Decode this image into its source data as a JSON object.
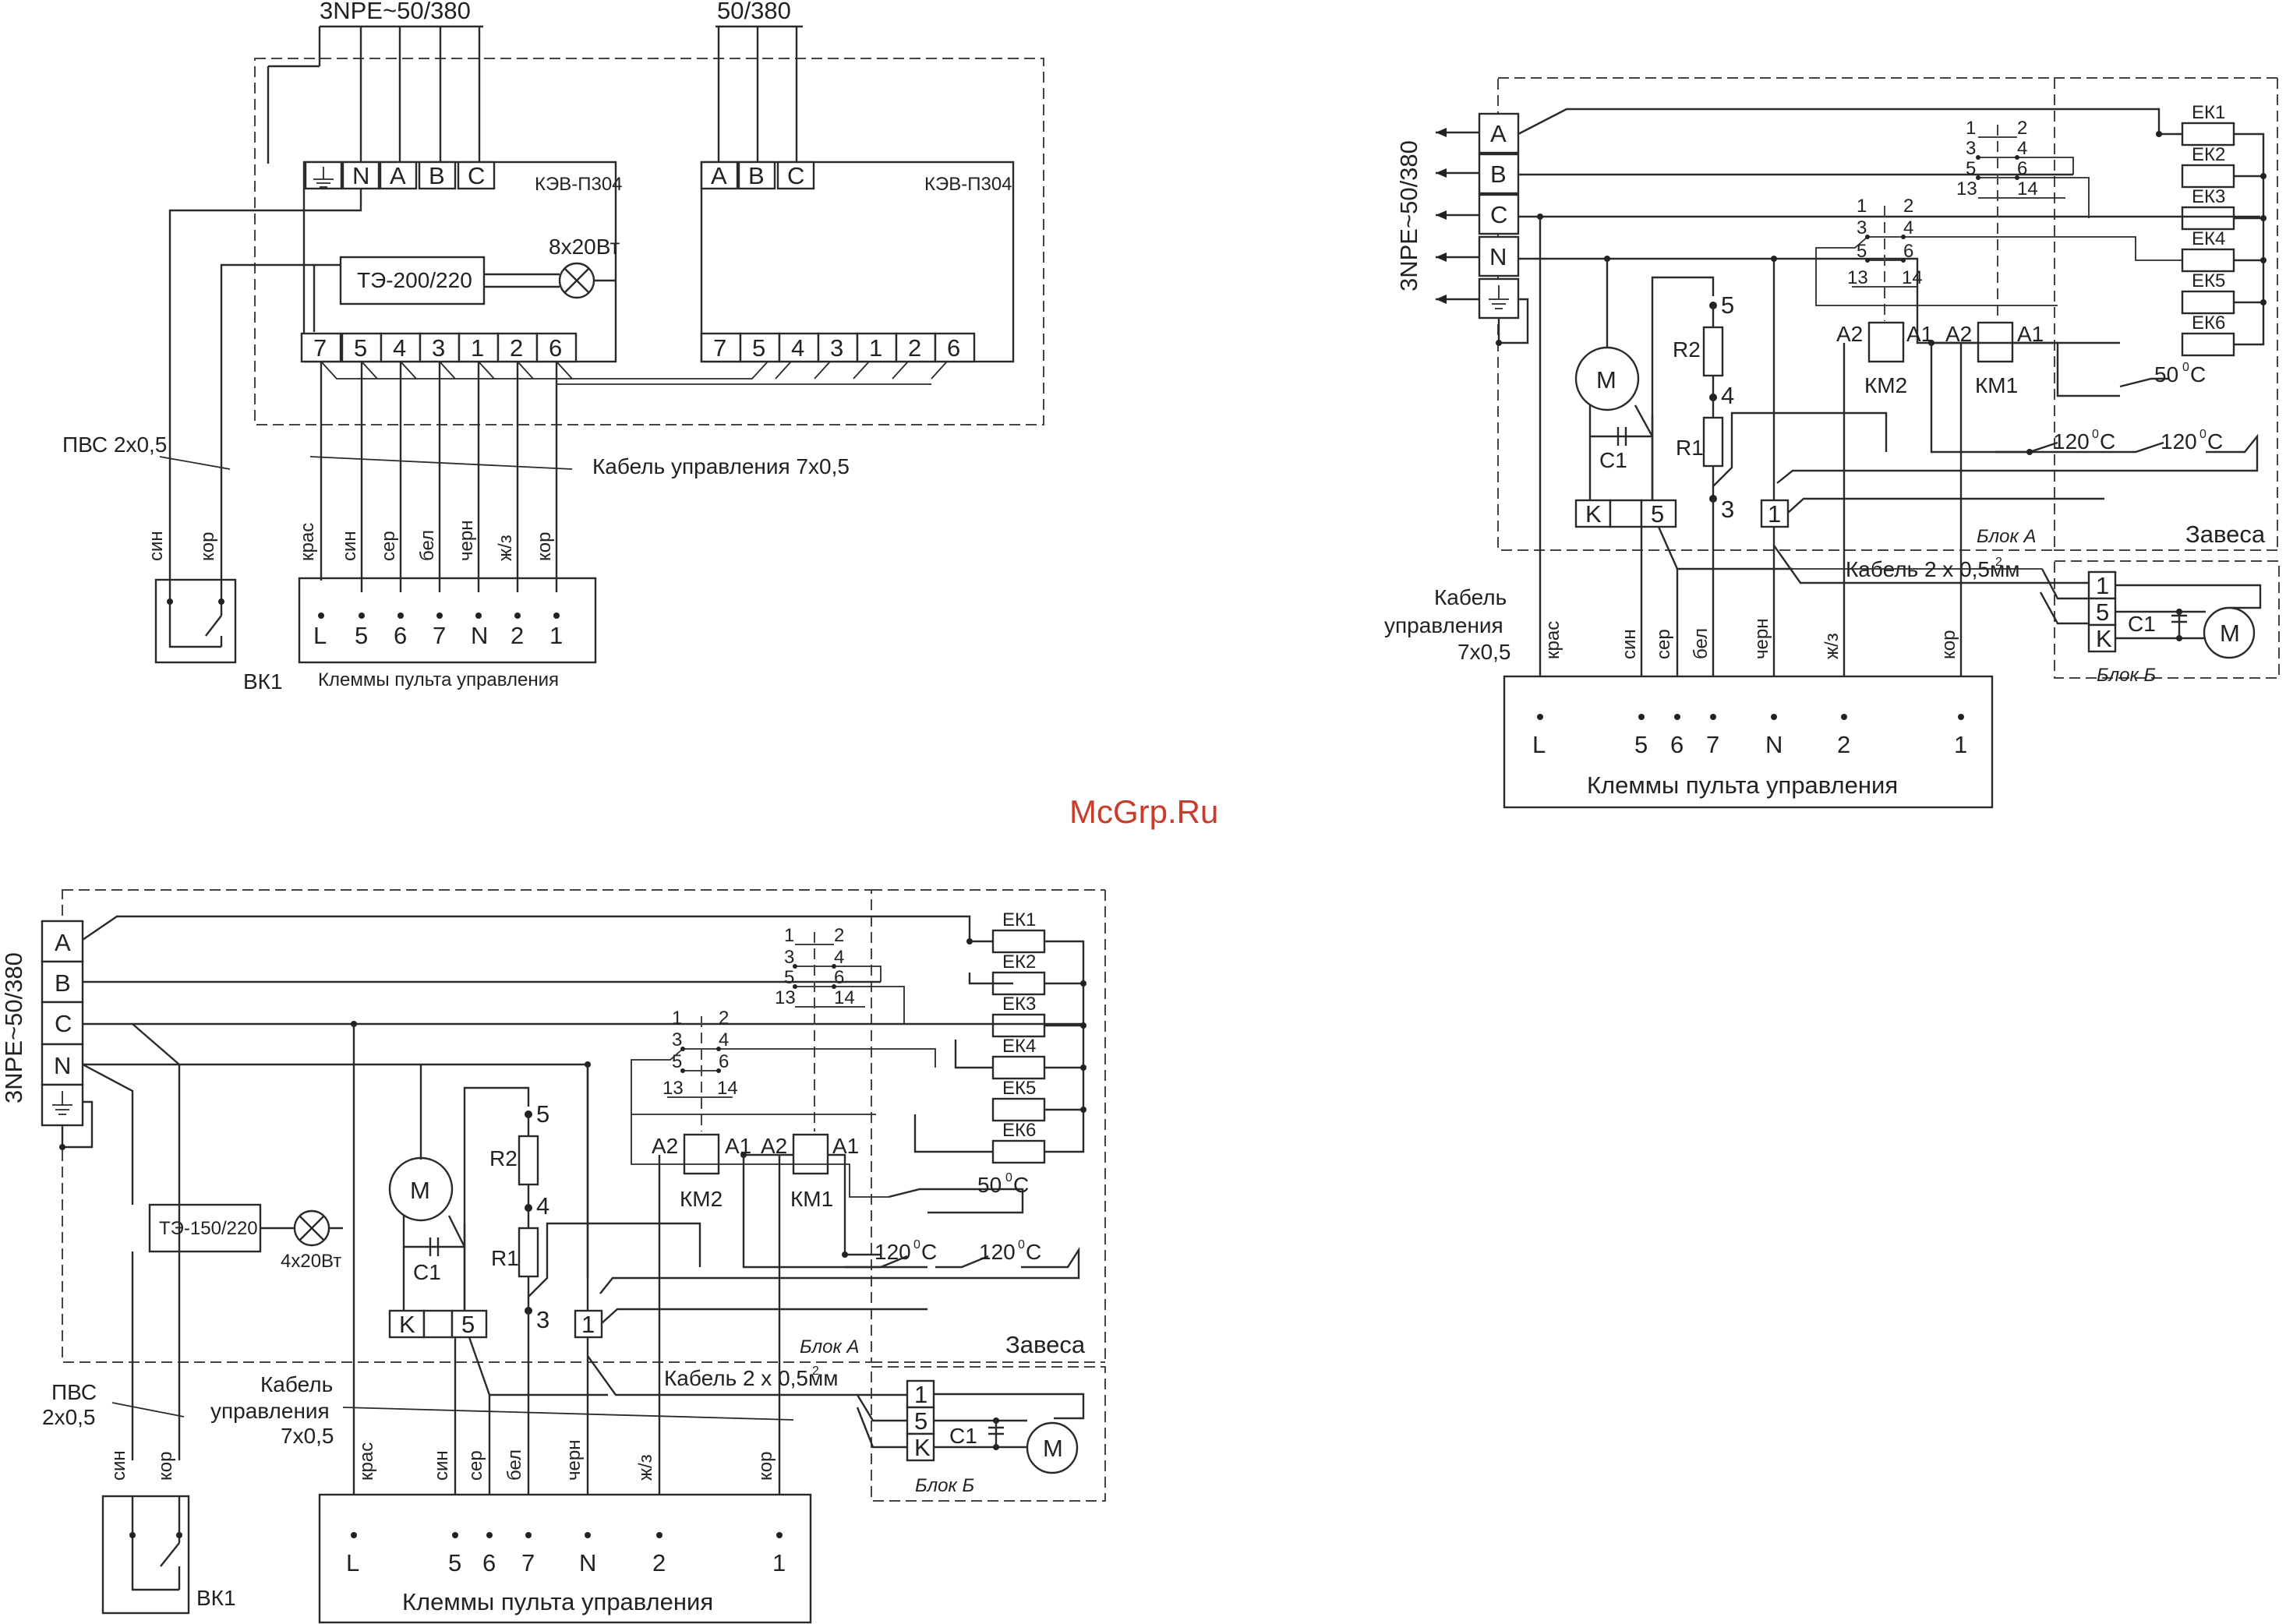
{
  "watermark": "McGrp.Ru",
  "colors": {
    "watermark": "#c83c2c",
    "lines": "#2a2a2a"
  },
  "diagram1": {
    "supply_left": "3NPE~50/380",
    "supply_right": "50/380",
    "unit_label": "КЭВ-П304",
    "terminals_top": [
      "N",
      "A",
      "B",
      "C"
    ],
    "terminals_top_right": [
      "A",
      "B",
      "C"
    ],
    "terminals_bottom": [
      "7",
      "5",
      "4",
      "3",
      "1",
      "2",
      "6"
    ],
    "thermo": "ТЭ-200/220",
    "lamp": "8х20Вт",
    "cable_pvs": "ПВС 2х0,5",
    "cable_control": "Кабель управления 7х0,5",
    "wire_colors_left": [
      "син",
      "кор"
    ],
    "wire_colors": [
      "крас",
      "син",
      "сер",
      "бел",
      "черн",
      "ж/з",
      "кор"
    ],
    "panel_terminals": [
      "L",
      "5",
      "6",
      "7",
      "N",
      "2",
      "1"
    ],
    "panel_label": "Клеммы пульта управления",
    "switch": "ВК1"
  },
  "diagram2": {
    "supply": "3NPE~50/380",
    "phases": [
      "A",
      "B",
      "C",
      "N"
    ],
    "heaters": [
      "ЕК1",
      "ЕК2",
      "ЕК3",
      "ЕК4",
      "ЕК5",
      "ЕК6"
    ],
    "contacts_km1": [
      "1",
      "2",
      "3",
      "4",
      "5",
      "6",
      "13",
      "14"
    ],
    "contacts_km2": [
      "1",
      "2",
      "3",
      "4",
      "5",
      "6",
      "13",
      "14"
    ],
    "coil_pins": [
      "A2",
      "A1"
    ],
    "km2": "КМ2",
    "km1": "КМ1",
    "motor": "M",
    "capacitor": "C1",
    "r1": "R1",
    "r2": "R2",
    "taps": [
      "5",
      "4",
      "3"
    ],
    "t50": "50",
    "t120": "120",
    "deg_sup": "0",
    "deg_c": "C",
    "block_a_terms": [
      "K",
      "5"
    ],
    "term1": "1",
    "block_a": "Блок А",
    "curtain": "Завеса",
    "cable_2x": "Кабель 2 х 0,5мм",
    "sq": "2",
    "block_b_terms": [
      "1",
      "5",
      "K"
    ],
    "block_b": "Блок Б",
    "cable_control_lines": [
      "Кабель",
      "управления",
      "7х0,5"
    ],
    "wire_colors": [
      "крас",
      "син",
      "сер",
      "бел",
      "черн",
      "ж/з",
      "кор"
    ],
    "panel_terminals": [
      "L",
      "5",
      "6",
      "7",
      "N",
      "2",
      "1"
    ],
    "panel_label": "Клеммы пульта управления"
  },
  "diagram3": {
    "supply": "3NPE~50/380",
    "phases": [
      "A",
      "B",
      "C",
      "N"
    ],
    "heaters": [
      "ЕК1",
      "ЕК2",
      "ЕК3",
      "ЕК4",
      "ЕК5",
      "ЕК6"
    ],
    "contacts_km1": [
      "1",
      "2",
      "3",
      "4",
      "5",
      "6",
      "13",
      "14"
    ],
    "contacts_km2": [
      "1",
      "2",
      "3",
      "4",
      "5",
      "6",
      "13",
      "14"
    ],
    "coil_pins": [
      "A2",
      "A1"
    ],
    "km2": "КМ2",
    "km1": "КМ1",
    "motor": "M",
    "capacitor": "C1",
    "r1": "R1",
    "r2": "R2",
    "taps": [
      "5",
      "4",
      "3"
    ],
    "t50": "50",
    "t120": "120",
    "deg_sup": "0",
    "deg_c": "C",
    "thermo": "ТЭ-150/220",
    "lamp": "4х20Вт",
    "block_a_terms": [
      "K",
      "5"
    ],
    "term1": "1",
    "block_a": "Блок А",
    "curtain": "Завеса",
    "cable_2x": "Кабель 2 х 0,5мм",
    "sq": "2",
    "block_b_terms": [
      "1",
      "5",
      "K"
    ],
    "block_b": "Блок Б",
    "cable_pvs_lines": [
      "ПВС",
      "2х0,5"
    ],
    "cable_control_lines": [
      "Кабель",
      "управления",
      "7х0,5"
    ],
    "wire_colors_left": [
      "син",
      "кор"
    ],
    "wire_colors": [
      "крас",
      "син",
      "сер",
      "бел",
      "черн",
      "ж/з",
      "кор"
    ],
    "panel_terminals": [
      "L",
      "5",
      "6",
      "7",
      "N",
      "2",
      "1"
    ],
    "panel_label": "Клеммы пульта управления",
    "switch": "ВК1"
  }
}
